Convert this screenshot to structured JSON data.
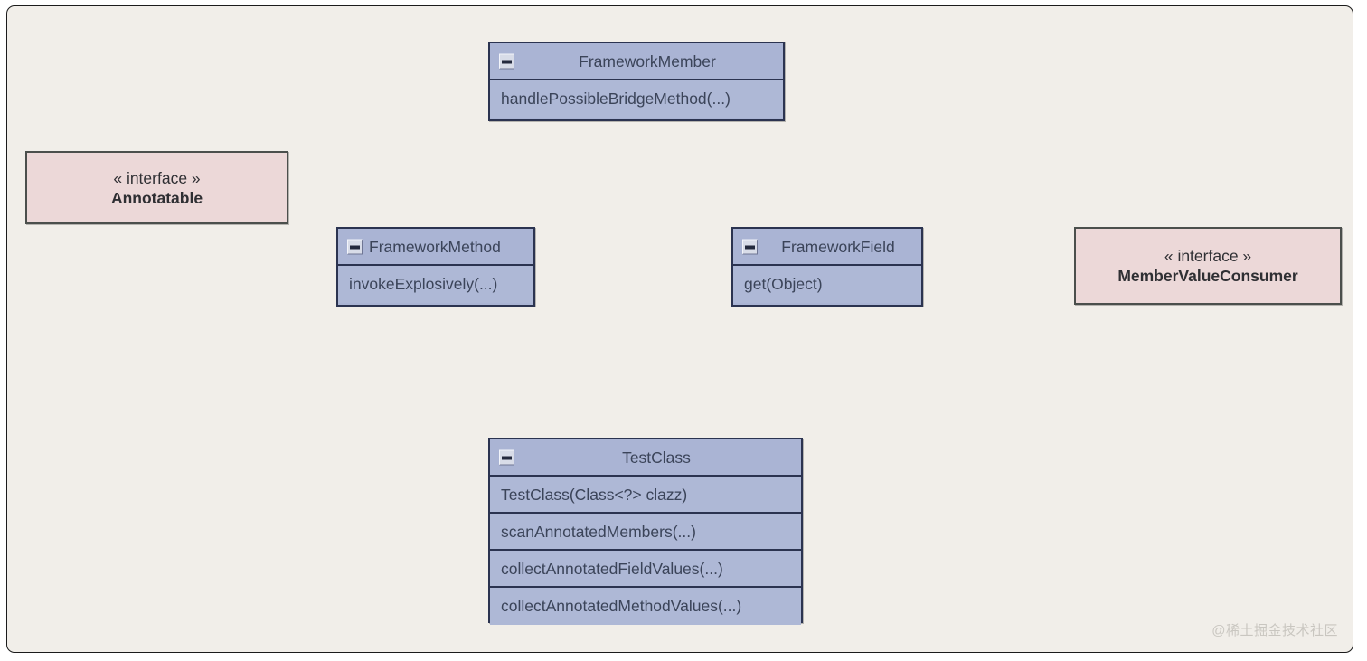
{
  "canvas": {
    "background_color": "#f1eee9",
    "frame_color": "#1b1b1b"
  },
  "palette": {
    "class_fill": "#aab4d4",
    "class_member_fill": "#aeb8d6",
    "class_border": "#2b3350",
    "class_text": "#3b4459",
    "interface_fill": "#ecd8d8",
    "interface_border": "#4b4f4c",
    "interface_text": "#2f2f33",
    "watermark_text": "#c9c6c0"
  },
  "diagram": {
    "type": "uml-class-diagram",
    "classes": [
      {
        "id": "framework-member",
        "name": "FrameworkMember",
        "title_align": "center",
        "collapse_icon": "minus-icon",
        "members": [
          "handlePossibleBridgeMethod(...)"
        ]
      },
      {
        "id": "framework-method",
        "name": "FrameworkMethod",
        "title_align": "left",
        "collapse_icon": "minus-icon",
        "members": [
          "invokeExplosively(...)"
        ]
      },
      {
        "id": "framework-field",
        "name": "FrameworkField",
        "title_align": "center",
        "collapse_icon": "minus-icon",
        "members": [
          "get(Object)"
        ]
      },
      {
        "id": "test-class",
        "name": "TestClass",
        "title_align": "center",
        "collapse_icon": "minus-icon",
        "members": [
          "TestClass(Class<?> clazz)",
          "scanAnnotatedMembers(...)",
          "collectAnnotatedFieldValues(...)",
          "collectAnnotatedMethodValues(...)"
        ]
      }
    ],
    "interfaces": [
      {
        "id": "annotatable",
        "stereotype": "« interface »",
        "name": "Annotatable"
      },
      {
        "id": "member-value-consumer",
        "stereotype": "« interface »",
        "name": "MemberValueConsumer"
      }
    ]
  },
  "watermark": {
    "text": "@稀土掘金技术社区"
  }
}
